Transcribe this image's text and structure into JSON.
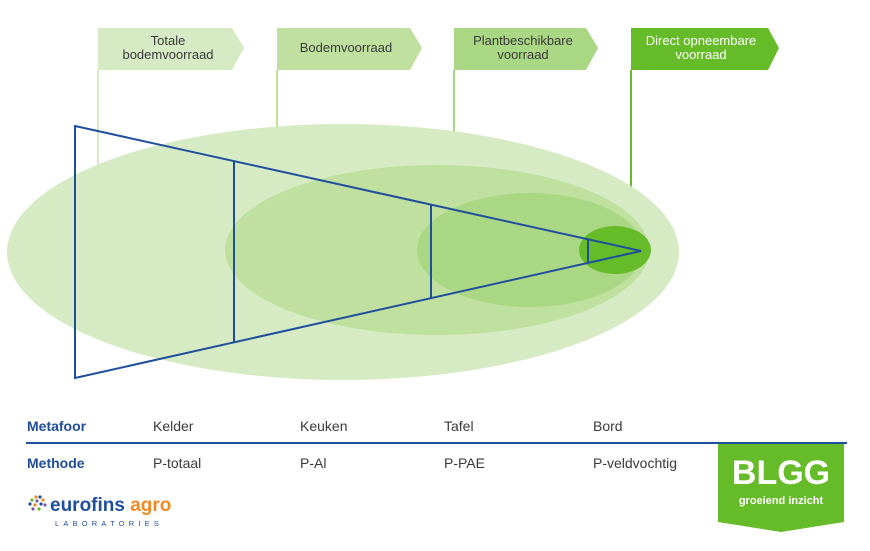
{
  "diagram": {
    "title": "Fosfaatvoorraden in de bodem",
    "colors": {
      "pool_1": "#d6ebc4",
      "pool_2": "#bfe09f",
      "pool_3": "#a9d783",
      "pool_4": "#66bb28",
      "funnel": "#1f4e9c",
      "label_row": "#1f4e9c",
      "logo_green": "#66bb28",
      "logo_orange": "#f08a24"
    },
    "flags": [
      {
        "line1": "Totale",
        "line2": "bodemvoorraad",
        "color": "#d6ebc4"
      },
      {
        "line1": "Bodemvoorraad",
        "line2": "",
        "color": "#bfe09f"
      },
      {
        "line1": "Plantbeschikbare",
        "line2": "voorraad",
        "color": "#a9d783"
      },
      {
        "line1": "Direct opneembare",
        "line2": "voorraad",
        "color": "#66bb28"
      }
    ]
  },
  "table": {
    "rows": [
      {
        "label": "Metafoor",
        "cells": [
          "Kelder",
          "Keuken",
          "Tafel",
          "Bord"
        ]
      },
      {
        "label": "Methode",
        "cells": [
          "P-totaal",
          "P-Al",
          "P-PAE",
          "P-veldvochtig"
        ]
      }
    ]
  },
  "logos": {
    "eurofins": {
      "word1": "eurofins",
      "word2": "agro",
      "sub": "LABORATORIES"
    },
    "blgg": {
      "title": "BLGG",
      "subtitle": "groeiend inzicht"
    }
  }
}
